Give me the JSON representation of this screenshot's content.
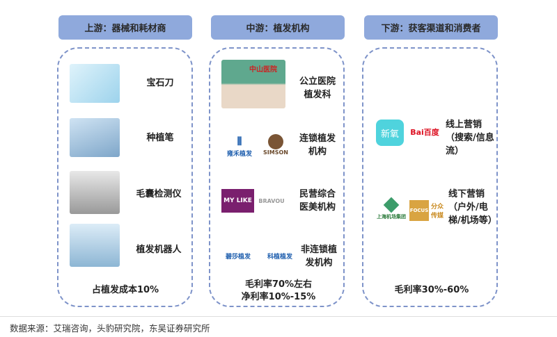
{
  "columns": [
    {
      "title": "上游：器械和耗材商",
      "items": [
        "宝石刀",
        "种植笔",
        "毛囊检测仪",
        "植发机器人"
      ],
      "footer": "占植发成本10%"
    },
    {
      "title": "中游：植发机构",
      "items": [
        "公立医院植发科",
        "连锁植发机构",
        "民营综合医美机构",
        "非连锁植发机构"
      ],
      "footer": [
        "毛利率70%左右",
        "净利率10%-15%"
      ]
    },
    {
      "title": "下游：获客渠道和消费者",
      "items": [
        "线上营销（搜索/信息流）",
        "线下营销（户外/电梯/机场等）"
      ],
      "footer": "毛利率30%-60%"
    }
  ],
  "logos": {
    "yonghe": "雍禾植发",
    "simson": "SIMSON",
    "mylike": "MY LIKE",
    "bravou": "BRAVOU",
    "bisheng": "碧莎植发",
    "keli": "科植植发",
    "xinyang": "新氧",
    "baidu": "Bai百度",
    "focus": "FOCUS",
    "focus2": "分众传媒",
    "airport": "上海机场集团",
    "hospital": "中山医院"
  },
  "source": "数据来源：艾瑞咨询，头豹研究院，东吴证券研究所",
  "colors": {
    "header": "#8fa9dc",
    "dash": "#7e93c9"
  }
}
